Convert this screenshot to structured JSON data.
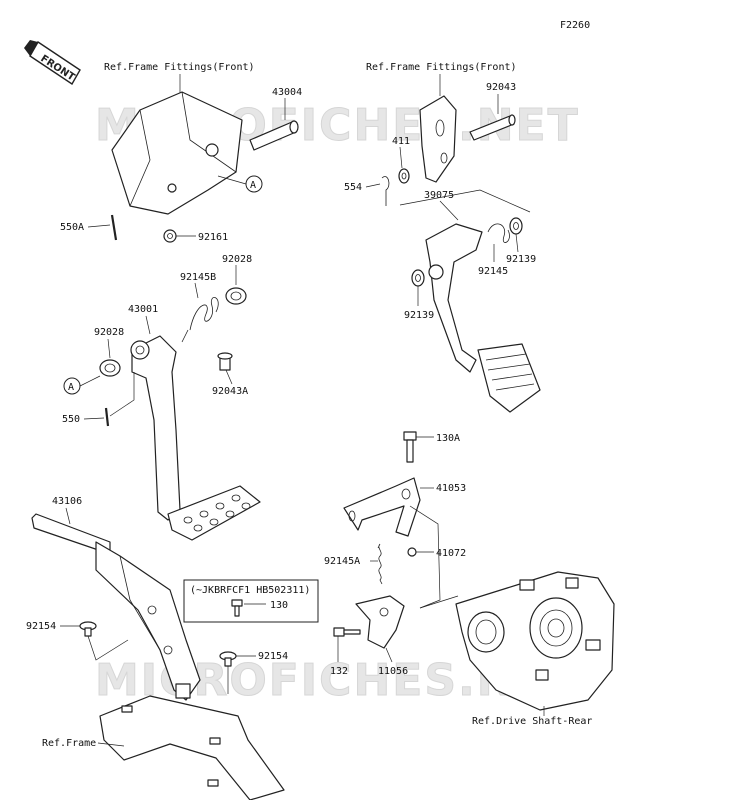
{
  "figure_code": "F2260",
  "front_badge": "FRONT",
  "watermark": "MICROFICHES.NET",
  "labels": {
    "ref_front_1": "Ref.Frame Fittings(Front)",
    "ref_front_2": "Ref.Frame Fittings(Front)",
    "ref_frame": "Ref.Frame",
    "ref_drive": "Ref.Drive Shaft-Rear",
    "note": "(~JKBRFCF1 HB502311)",
    "p43004": "43004",
    "p92043": "92043",
    "p411": "411",
    "p554": "554",
    "p39075": "39075",
    "p92145": "92145",
    "p92139a": "92139",
    "p92139b": "92139",
    "p550A": "550A",
    "p92161": "92161",
    "callout_a1": "A",
    "callout_a2": "A",
    "p92028a": "92028",
    "p92145B": "92145B",
    "p43001": "43001",
    "p92028b": "92028",
    "p92043A": "92043A",
    "p550": "550",
    "p130A": "130A",
    "p41053": "41053",
    "p92145A": "92145A",
    "p41072": "41072",
    "p43106": "43106",
    "p130": "130",
    "p92154a": "92154",
    "p92154b": "92154",
    "p132": "132",
    "p11056": "11056"
  }
}
